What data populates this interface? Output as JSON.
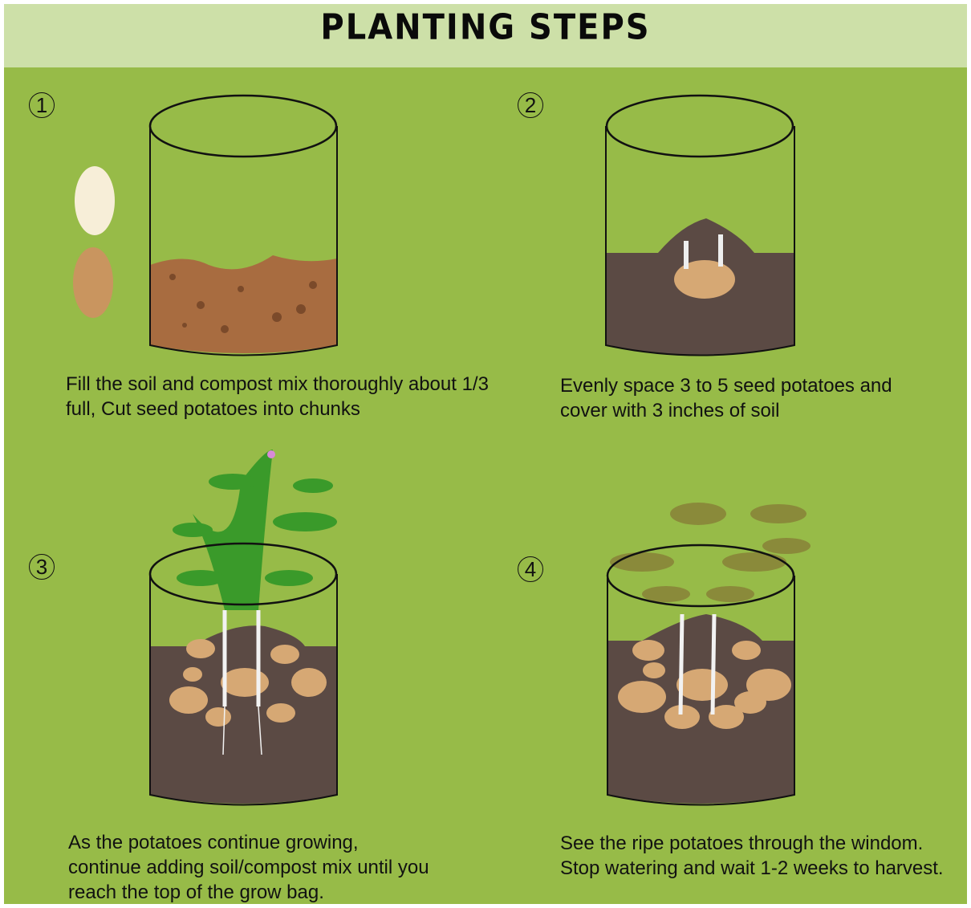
{
  "title": "PLANTING STEPS",
  "colors": {
    "header": "#cde0a8",
    "background": "#97bb48",
    "compost": "#a86c40",
    "soil": "#5b4a44",
    "potato": "#d6a874"
  },
  "steps": [
    {
      "number": "1",
      "text": "Fill the soil and compost mix thoroughly about 1/3 full, Cut seed potatoes into chunks"
    },
    {
      "number": "2",
      "text": "Evenly space 3 to 5 seed potatoes and cover with 3 inches of soil"
    },
    {
      "number": "3",
      "text": "As the potatoes continue growing, continue adding soil/compost mix until you reach the top of the grow bag."
    },
    {
      "number": "4",
      "text": "See the ripe potatoes through the windom. Stop watering and wait 1-2 weeks to harvest."
    }
  ]
}
